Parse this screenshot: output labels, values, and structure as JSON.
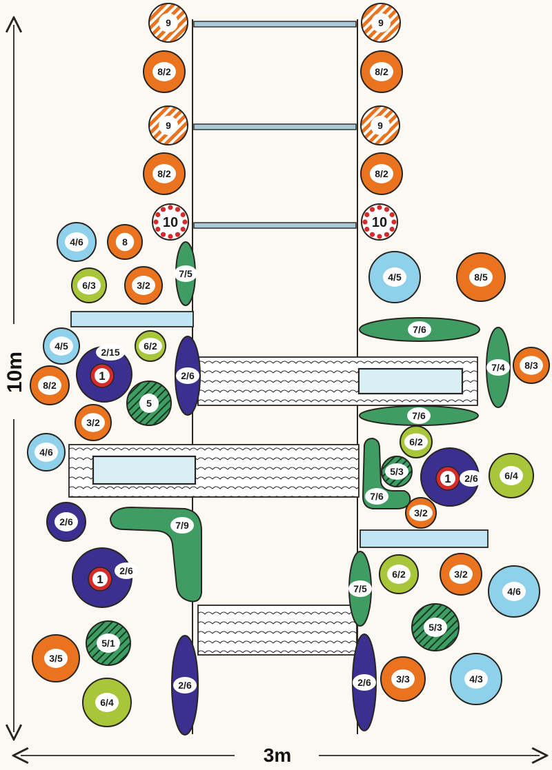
{
  "dimensions": {
    "height_label": "10m",
    "width_label": "3m"
  },
  "colors": {
    "paper": "#fbf9f2",
    "ink": "#2a2420",
    "orange": "#e9731f",
    "blue": "#8fd0ea",
    "lime": "#a8c63a",
    "green": "#3f9d63",
    "indigo": "#3b2f8f",
    "red": "#d62b2b",
    "rail": "#a9c9d8",
    "pond": "#bfe6f2",
    "label_bg": "#ffffff",
    "label_text": "#1a1a1a"
  },
  "plants": [
    {
      "label": "9",
      "style": "stripe"
    },
    {
      "label": "9",
      "style": "stripe"
    },
    {
      "label": "8/2",
      "style": "orange"
    },
    {
      "label": "8/2",
      "style": "orange"
    },
    {
      "label": "9",
      "style": "stripe"
    },
    {
      "label": "9",
      "style": "stripe"
    },
    {
      "label": "8/2",
      "style": "orange"
    },
    {
      "label": "8/2",
      "style": "orange"
    },
    {
      "label": "10",
      "style": "dots"
    },
    {
      "label": "10",
      "style": "dots"
    },
    {
      "label": "4/6",
      "style": "blue"
    },
    {
      "label": "8",
      "style": "orange"
    },
    {
      "label": "6/3",
      "style": "lime"
    },
    {
      "label": "3/2",
      "style": "orange"
    },
    {
      "label": "4/5",
      "style": "blue"
    },
    {
      "label": "8/5",
      "style": "orange"
    },
    {
      "label": "4/5",
      "style": "blue"
    },
    {
      "label": "6/2",
      "style": "lime"
    },
    {
      "label": "8/2",
      "style": "orange"
    },
    {
      "label": "5",
      "style": "hatch"
    },
    {
      "label": "3/2",
      "style": "orange"
    },
    {
      "label": "8/3",
      "style": "orange"
    },
    {
      "label": "4/6",
      "style": "blue"
    },
    {
      "label": "6/2",
      "style": "lime"
    },
    {
      "label": "5/3",
      "style": "hatch"
    },
    {
      "label": "6/4",
      "style": "lime"
    },
    {
      "label": "3/2",
      "style": "orange"
    },
    {
      "label": "2/6",
      "style": "indigo"
    },
    {
      "label": "6/2",
      "style": "lime"
    },
    {
      "label": "3/2",
      "style": "orange"
    },
    {
      "label": "4/6",
      "style": "blue"
    },
    {
      "label": "5/1",
      "style": "hatch"
    },
    {
      "label": "5/3",
      "style": "hatch"
    },
    {
      "label": "3/5",
      "style": "orange"
    },
    {
      "label": "3/3",
      "style": "orange"
    },
    {
      "label": "4/3",
      "style": "blue"
    },
    {
      "label": "6/4",
      "style": "lime"
    }
  ],
  "shrubs": [
    {
      "label": "7/5",
      "style": "green"
    },
    {
      "label": "7/6",
      "style": "green"
    },
    {
      "label": "7/4",
      "style": "green"
    },
    {
      "label": "2/6",
      "style": "indigo"
    },
    {
      "label": "7/6",
      "style": "green"
    },
    {
      "label": "7/5",
      "style": "green"
    },
    {
      "label": "2/6",
      "style": "indigo"
    },
    {
      "label": "2/6",
      "style": "indigo"
    }
  ],
  "feature_plants": [
    {
      "number": "1",
      "label": "2/15"
    },
    {
      "number": "1",
      "label": "2/6"
    },
    {
      "number": "1",
      "label": "2/6"
    }
  ],
  "l_shrubs": [
    {
      "label": "7/9"
    },
    {
      "label": "7/6"
    }
  ]
}
